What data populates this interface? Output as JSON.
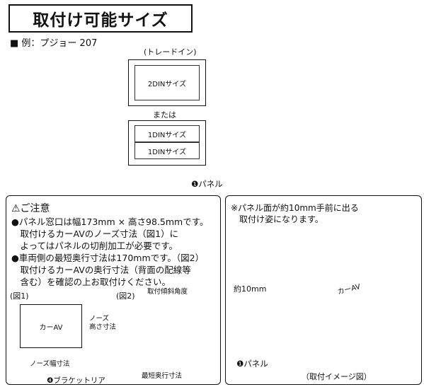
{
  "title": "取付け可能サイズ",
  "example": "■ 例：プジョー 207",
  "top_diagram": {
    "trade_in": "(トレードイン)",
    "din2": "2DINサイズ",
    "or": "または",
    "din1_a": "1DINサイズ",
    "din1_b": "1DINサイズ",
    "panel_label": "❶パネル"
  },
  "caution": {
    "heading": "⚠ご注意",
    "lines": [
      "●パネル窓口は幅173mm × 高さ98.5mmです。",
      "　取付けるカーAVのノーズ寸法（図1）に",
      "　よってはパネルの切削加工が必要です。",
      "●車両側の最短奥行寸法は170mmです。（図2）",
      "　取付けるカーAVの奥行寸法（背面の配線等",
      "　含む）を確認の上お取付けください。"
    ],
    "fig1_label": "(図1)",
    "fig2_label": "(図2)",
    "car_av": "カーAV",
    "nose_height": "ノーズ\n高さ寸法",
    "nose_width": "ノーズ幅寸法",
    "tilt": "取付傾斜角度",
    "min_depth": "最短奥行寸法",
    "bracket": "❹ブラケットリア"
  },
  "install": {
    "note_line1": "※パネル面が約10mm手前に出る",
    "note_line2": "　取付け姿になります。",
    "approx": "約10mm",
    "car_av": "カーAV",
    "panel": "❶パネル",
    "caption": "（取付イメージ図）"
  }
}
